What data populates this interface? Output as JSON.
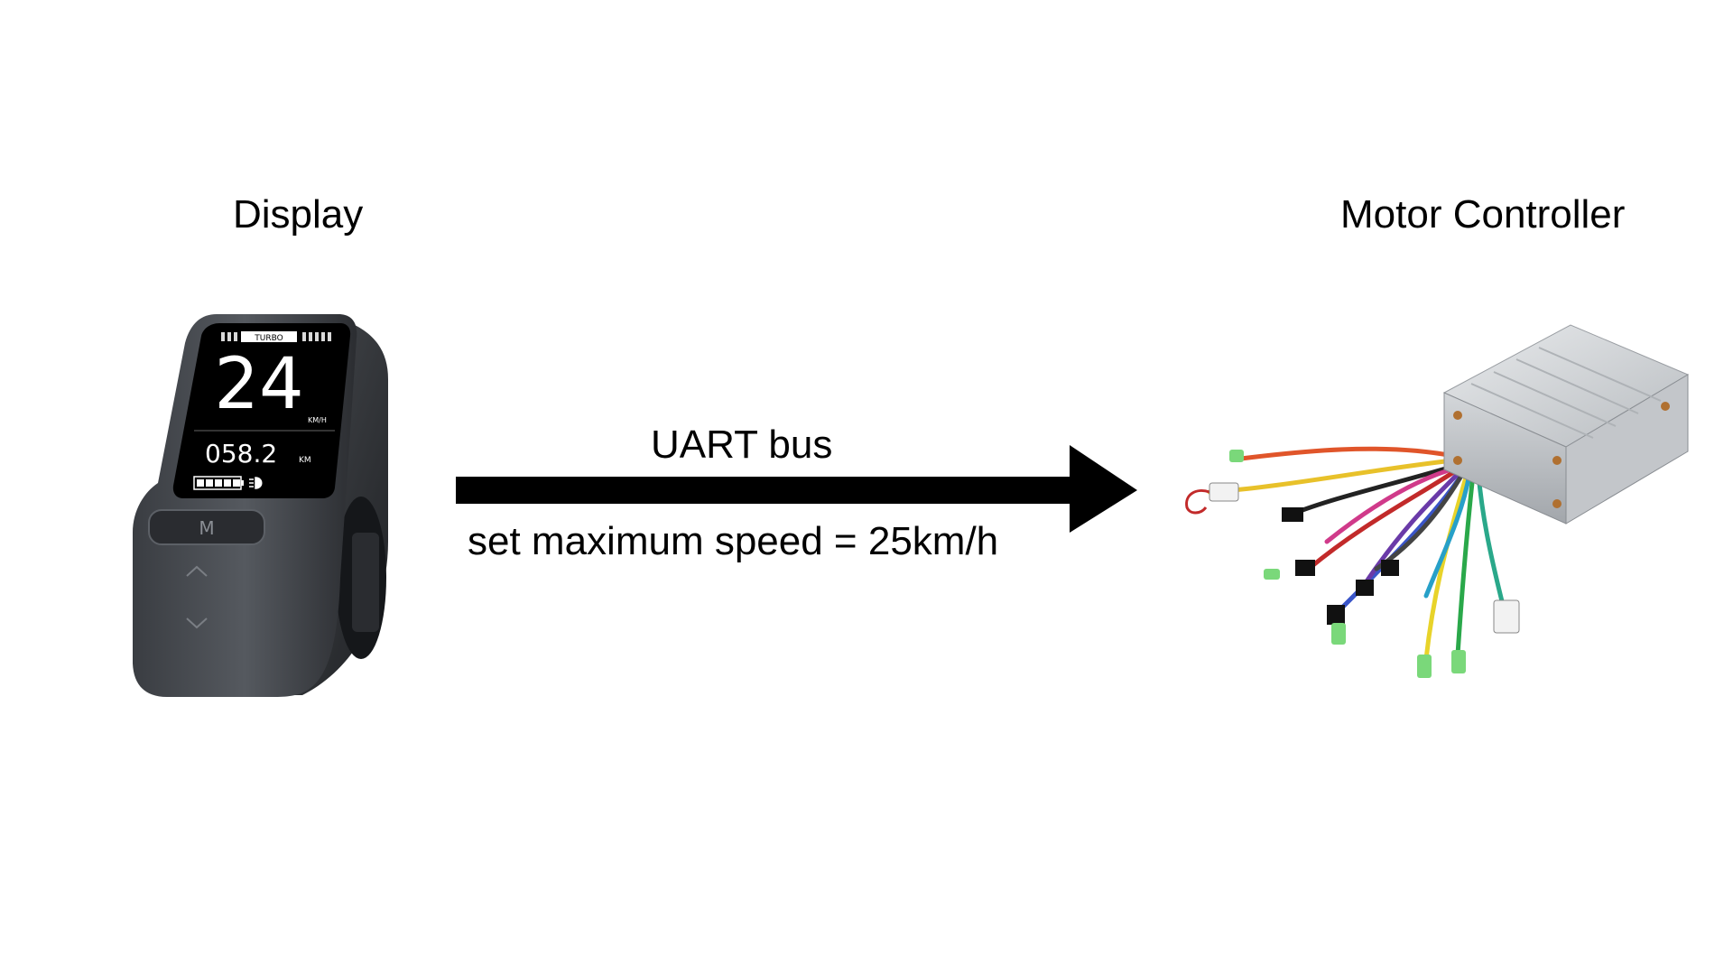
{
  "display": {
    "title": "Display",
    "screen": {
      "brand": "TURBO",
      "speed": "24",
      "speed_unit": "KM/H",
      "odometer": "058.2",
      "odometer_unit": "KM",
      "battery_level": 5,
      "battery_segments": 5
    },
    "button_label": "M"
  },
  "controller": {
    "title": "Motor Controller"
  },
  "link": {
    "bus": "UART bus",
    "command": "set maximum speed = 25km/h"
  }
}
